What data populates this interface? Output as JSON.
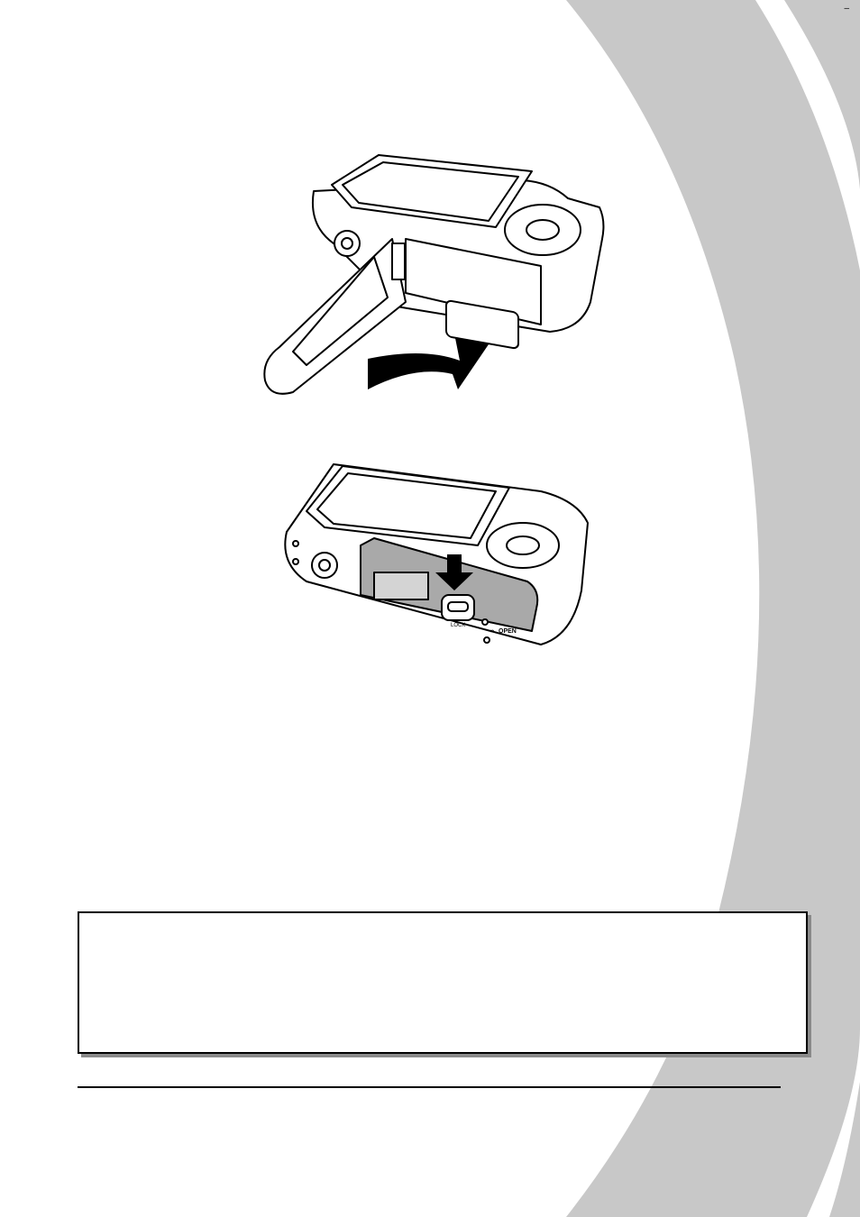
{
  "page": {
    "corner_mark": "–"
  },
  "figures": {
    "open_cover": {
      "icon": "camera-battery-door-open"
    },
    "lock_cover": {
      "icon": "camera-battery-door-lock",
      "lock_label": "LOCK",
      "open_label": "OPEN"
    }
  },
  "colors": {
    "page_arc": "#c8c8c8",
    "ink": "#000000",
    "cover_shade": "#a9a9a9"
  }
}
